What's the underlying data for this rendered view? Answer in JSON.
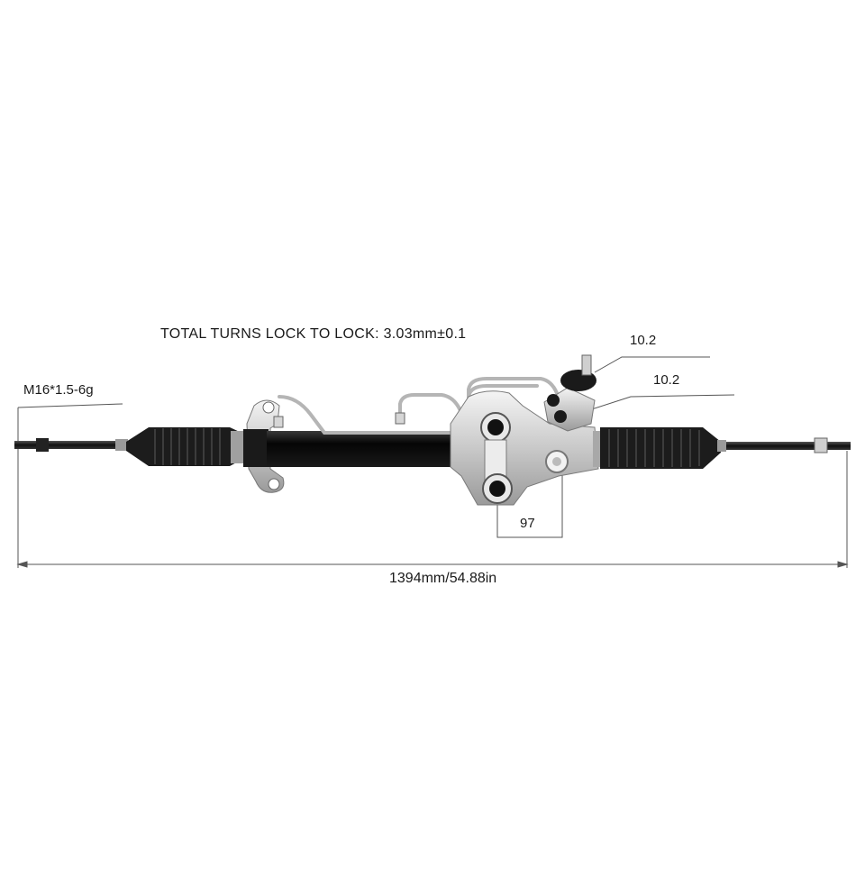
{
  "labels": {
    "total_turns": "TOTAL TURNS LOCK TO LOCK: 3.03mm±0.1",
    "thread_spec": "M16*1.5-6g",
    "dimension_upper": "10.2",
    "dimension_lower": "10.2",
    "mount_spacing": "97",
    "overall_length": "1394mm/54.88in"
  },
  "colors": {
    "background": "#ffffff",
    "boot": "#1c1c1c",
    "rack_tube": "#0d0d0d",
    "aluminum": "#d9d9d9",
    "dim_line": "#555555"
  },
  "icons": {
    "part": "steering-rack-icon"
  }
}
